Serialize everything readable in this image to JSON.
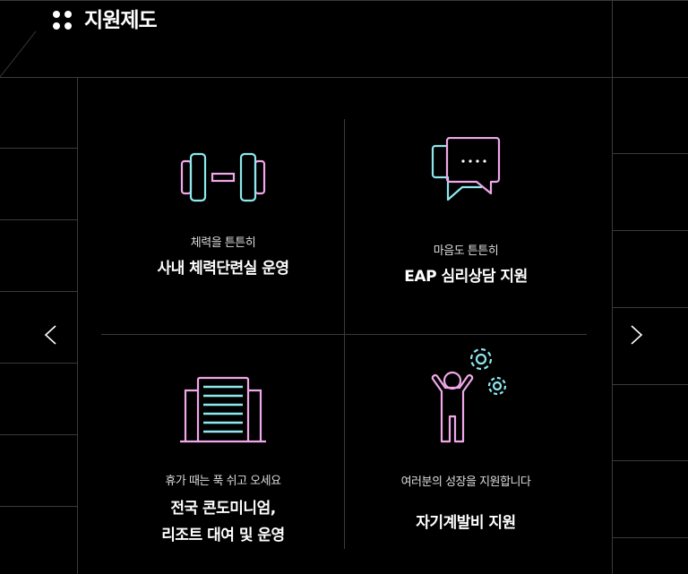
{
  "header": {
    "title": "지원제도",
    "icon": "four-dots-icon"
  },
  "nav": {
    "prev_icon": "chevron-left-icon",
    "next_icon": "chevron-right-icon"
  },
  "colors": {
    "pink": "#f0a8e8",
    "cyan": "#8ee8ee",
    "grid": "#3a3a3a"
  },
  "items": [
    {
      "icon": "dumbbell-icon",
      "subtitle": "체력을 튼튼히",
      "title": "사내 체력단련실 운영"
    },
    {
      "icon": "chat-bubbles-icon",
      "subtitle": "마음도 튼튼히",
      "title": "EAP 심리상담 지원"
    },
    {
      "icon": "building-icon",
      "subtitle": "휴가 때는 푹 쉬고 오세요",
      "title_lines": [
        "전국 콘도미니엄,",
        "리조트 대여 및 운영"
      ]
    },
    {
      "icon": "person-gears-icon",
      "subtitle": "여러분의 성장을 지원합니다",
      "title": "자기계발비 지원"
    }
  ]
}
